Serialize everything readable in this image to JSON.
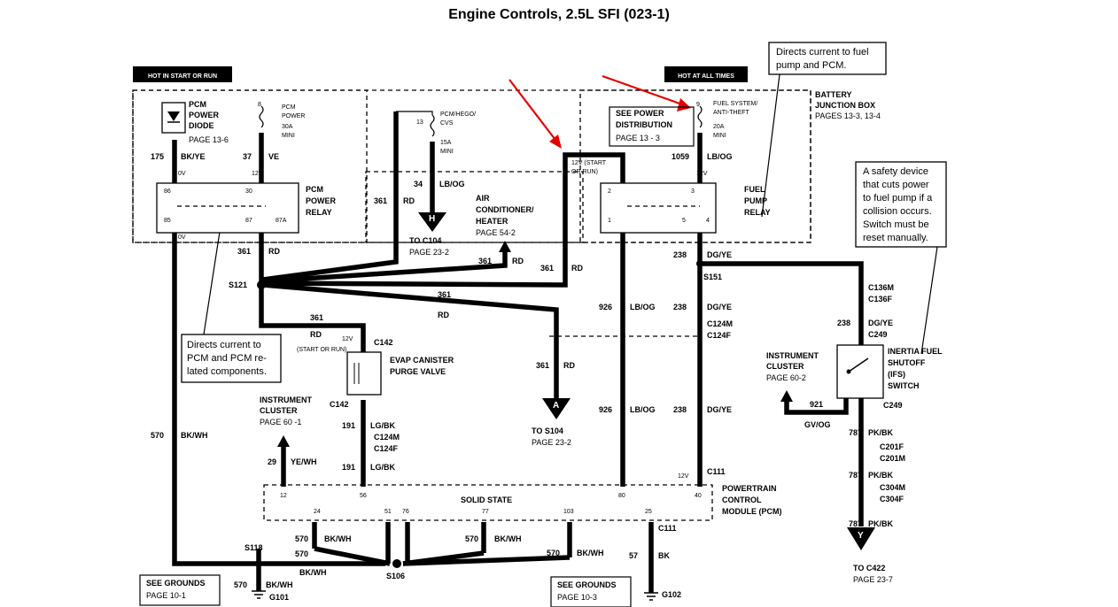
{
  "title": "Engine Controls, 2.5L SFI (023-1)",
  "tags": {
    "hot_start_run": "HOT IN START OR RUN",
    "hot_all_times": "HOT AT ALL TIMES"
  },
  "callouts": {
    "fuel_pump_pcm": [
      "Directs current to fuel",
      "pump and PCM."
    ],
    "pcm_related": [
      "Directs current to",
      "PCM and PCM re-",
      "lated components."
    ],
    "safety_device": [
      "A safety device",
      "that cuts power",
      "to fuel pump if a",
      "collision occurs.",
      "Switch must be",
      "reset manually."
    ]
  },
  "components": {
    "pcm_power_diode": [
      "PCM",
      "POWER",
      "DIODE"
    ],
    "pcm_power_diode_page": "PAGE 13-6",
    "pcm_power_relay": [
      "PCM",
      "POWER",
      "RELAY"
    ],
    "fuel_pump_relay": [
      "FUEL",
      "PUMP",
      "RELAY"
    ],
    "see_power_distribution": [
      "SEE POWER",
      "DISTRIBUTION",
      "PAGE 13 - 3"
    ],
    "battery_junction_box": [
      "BATTERY",
      "JUNCTION BOX",
      "PAGES 13-3, 13-4"
    ],
    "air_conditioner": [
      "AIR",
      "CONDITIONER/",
      "HEATER"
    ],
    "air_conditioner_page": "PAGE 54-2",
    "evap": [
      "EVAP CANISTER",
      "PURGE VALVE"
    ],
    "instrument_cluster_left": [
      "INSTRUMENT",
      "CLUSTER"
    ],
    "instrument_cluster_left_page": "PAGE  60 -1",
    "instrument_cluster_right": [
      "INSTRUMENT",
      "CLUSTER"
    ],
    "instrument_cluster_right_page": "PAGE 60-2",
    "ifs": [
      "INERTIA FUEL",
      "SHUTOFF",
      "(IFS)",
      "SWITCH"
    ],
    "pcm": [
      "POWERTRAIN",
      "CONTROL",
      "MODULE (PCM)"
    ],
    "solid_state": "SOLID STATE",
    "see_grounds_1": [
      "SEE GROUNDS",
      "PAGE 10-1"
    ],
    "see_grounds_2": [
      "SEE GROUNDS",
      "PAGE 10-3"
    ]
  },
  "fuses": {
    "f8": [
      "PCM",
      "POWER",
      "30A",
      "MINI"
    ],
    "f13": [
      "PCM/HEGO/",
      "CVS",
      "15A",
      "MINI"
    ],
    "f9": [
      "FUEL SYSTEM/",
      "ANTI-THEFT",
      "20A",
      "MINI"
    ]
  },
  "connectors": {
    "c142_top": "C142",
    "c142_bot": "C142",
    "c124m": "C124M",
    "c124f": "C124F",
    "c111a": "C111",
    "c111b": "C111",
    "c136m": "C136M",
    "c136f": "C136F",
    "c249a": "C249",
    "c249b": "C249",
    "c201f": "C201F",
    "c201m": "C201M",
    "c304m": "C304M",
    "c304f": "C304F",
    "s121": "S121",
    "s151": "S151",
    "s106": "S106",
    "s118": "S118",
    "g101": "G101",
    "g102": "G102",
    "to_c104_h": "TO C104",
    "to_c104_h_page": "PAGE 23-2",
    "to_s104": "TO S104",
    "to_s104_page": "PAGE 23-2",
    "to_c422": "TO C422",
    "to_c422_page": "PAGE 23-7",
    "h": "H",
    "a": "A",
    "y": "Y"
  },
  "wires": {
    "w175": "175",
    "bkye": "BK/YE",
    "w37": "37",
    "ve": "VE",
    "w34": "34",
    "lbog": "LB/OG",
    "w1059": "1059",
    "lbog2": "LB/OG",
    "w361": "361",
    "rd": "RD",
    "w238": "238",
    "dgye": "DG/YE",
    "w926": "926",
    "lbog3": "LB/OG",
    "w191": "191",
    "lgbk": "LG/BK",
    "w29": "29",
    "yewh": "YE/WH",
    "w570": "570",
    "bkwh": "BK/WH",
    "w921": "921",
    "gvog": "GV/OG",
    "w787": "787",
    "pkbk": "PK/BK",
    "w57": "57",
    "bk": "BK"
  },
  "pins": {
    "v12": "12V",
    "v0": "0V",
    "v12_start": "12V (START",
    "or_run": "OR RUN)",
    "start_or_run": "(START OR RUN)"
  }
}
